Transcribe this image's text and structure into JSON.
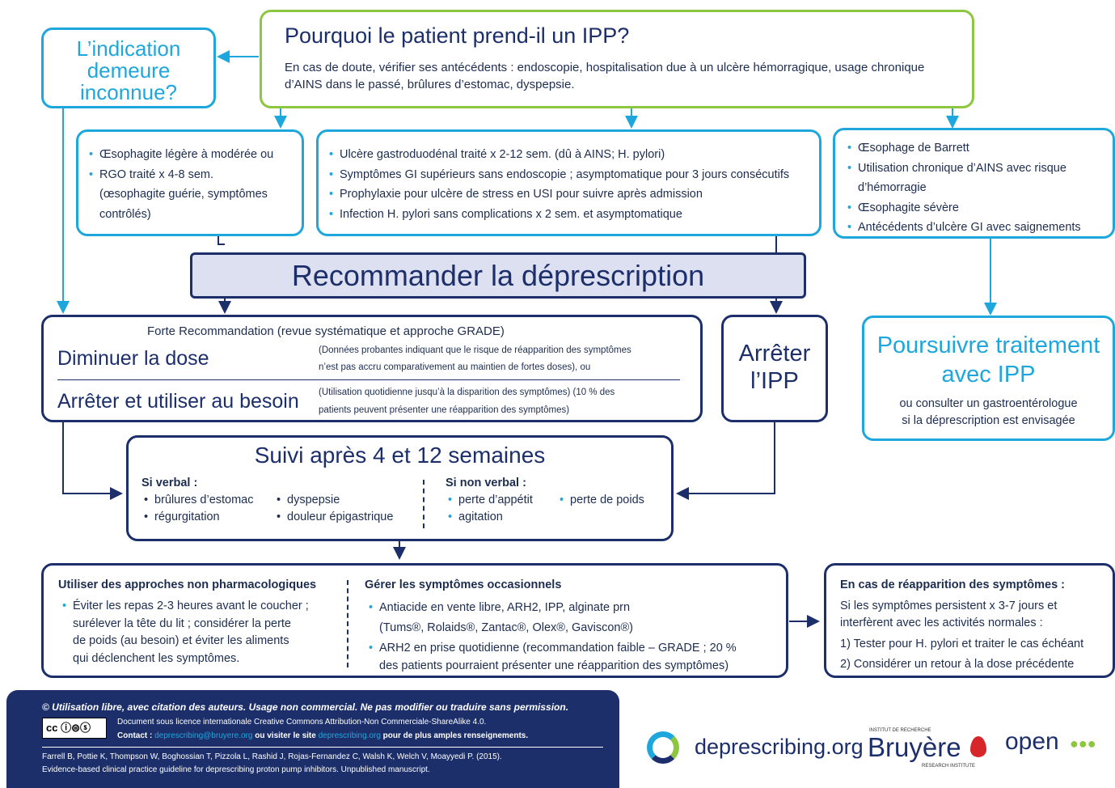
{
  "top": {
    "title": "Pourquoi le patient prend-il un IPP?",
    "body": "En cas de doute, vérifier ses antécédents : endoscopie, hospitalisation due à un ulcère hémorragique, usage chronique d’AINS dans le passé, brûlures d’estomac, dyspepsie."
  },
  "unknown": {
    "line1": "L’indication",
    "line2": "demeure",
    "line3": "inconnue?"
  },
  "left_box": {
    "items": [
      "Œsophagite légère à modérée ou",
      "RGO traité x 4-8 sem.",
      "(œsophagite guérie, symptômes",
      "contrôlés)"
    ]
  },
  "mid_box": {
    "items": [
      "Ulcère gastroduodénal traité x 2-12 sem. (dû à AINS; H. pylori)",
      "Symptômes GI supérieurs sans endoscopie ; asymptomatique pour 3 jours consécutifs",
      "Prophylaxie pour ulcère de stress en USI pour suivre après admission",
      "Infection H. pylori sans complications x 2 sem. et asymptomatique"
    ]
  },
  "right_box": {
    "items": [
      "Œsophage de Barrett",
      "Utilisation chronique  d’AINS avec risque",
      "d’hémorragie",
      "Œsophagite sévère",
      "Antécédents d’ulcère GI avec saignements"
    ]
  },
  "recommend": "Recommander la déprescription",
  "dose_box": {
    "header": "Forte Recommandation (revue systématique et approche GRADE)",
    "reduce": "Diminuer la dose",
    "reduce_note_1": "(Données probantes indiquant que le risque de réapparition des symptômes",
    "reduce_note_2": "n’est pas accru comparativement au maintien de fortes doses), ou",
    "stop": "Arrêter et utiliser au besoin",
    "stop_note_1": "(Utilisation quotidienne jusqu’à la disparition des symptômes) (10 % des",
    "stop_note_2": "patients peuvent présenter une réapparition des symptômes)"
  },
  "stop_ipp": {
    "line1": "Arrêter",
    "line2": "l’IPP"
  },
  "continue": {
    "line1": "Poursuivre traitement",
    "line2": "avec IPP",
    "sub1": "ou consulter un gastroentérologue",
    "sub2": "si la déprescription est envisagée"
  },
  "followup": {
    "title": "Suivi après 4 et 12 semaines",
    "verbal_label": "Si verbal :",
    "verbal_col1": [
      "brûlures d’estomac",
      "régurgitation"
    ],
    "verbal_col2": [
      "dyspepsie",
      "douleur épigastrique"
    ],
    "nonverbal_label": "Si non verbal :",
    "nonverbal_col1": [
      "perte d’appétit",
      "agitation"
    ],
    "nonverbal_col2": [
      "perte de poids"
    ]
  },
  "bottom_left": {
    "title1": "Utiliser des approches non pharmacologiques",
    "item1": [
      "Éviter les repas 2-3 heures avant le coucher ;",
      "surélever la tête du lit ; considérer la perte",
      "de poids (au besoin) et éviter les aliments",
      "qui déclenchent les symptômes."
    ],
    "title2": "Gérer les symptômes occasionnels",
    "item2": [
      "Antiacide en vente libre, ARH2, IPP, alginate prn",
      "(Tums®, Rolaids®, Zantac®, Olex®, Gaviscon®)"
    ],
    "item3": [
      "ARH2 en prise quotidienne (recommandation faible – GRADE ; 20 %",
      "des patients pourraient présenter une réapparition des symptômes)"
    ]
  },
  "bottom_right": {
    "title": "En cas de réapparition des symptômes :",
    "line1": "Si les symptômes persistent x 3-7 jours et",
    "line2": "interfèrent avec les activités normales :",
    "line3": "1) Tester pour H. pylori et traiter le cas échéant",
    "line4": "2) Considérer un retour à la dose précédente"
  },
  "footer": {
    "license_title": "© Utilisation libre, avec citation des auteurs. Usage non commercial. Ne pas modifier ou traduire sans permission.",
    "license_line": "Document sous licence internationale Creative Commons Attribution-Non Commerciale-ShareAlike 4.0.",
    "contact_prefix": "Contact :",
    "contact_email": "deprescribing@bruyere.org",
    "contact_mid": "ou visiter le site",
    "contact_site": "deprescribing.org",
    "contact_suffix": "pour de plus amples renseignements.",
    "citation1": "Farrell B, Pottie K, Thompson W, Boghossian T, Pizzola L, Rashid J, Rojas-Fernandez C, Walsh K, Welch V, Moayyedi P. (2015).",
    "citation2": "Evidence-based clinical practice guideline for deprescribing proton pump inhibitors. Unpublished manuscript.",
    "cc_badge": "cc",
    "logo1": "deprescribing.org",
    "logo2": "Bruyère",
    "logo2_top": "INSTITUT DE RECHERCHE",
    "logo2_bottom": "RESEARCH INSTITUTE",
    "logo3": "open"
  },
  "colors": {
    "cyan": "#1ea7dc",
    "green": "#8dc63f",
    "navy": "#1c2f6b",
    "footer_bg": "#1c2f6b",
    "recommend_bg": "#dde0f0"
  }
}
